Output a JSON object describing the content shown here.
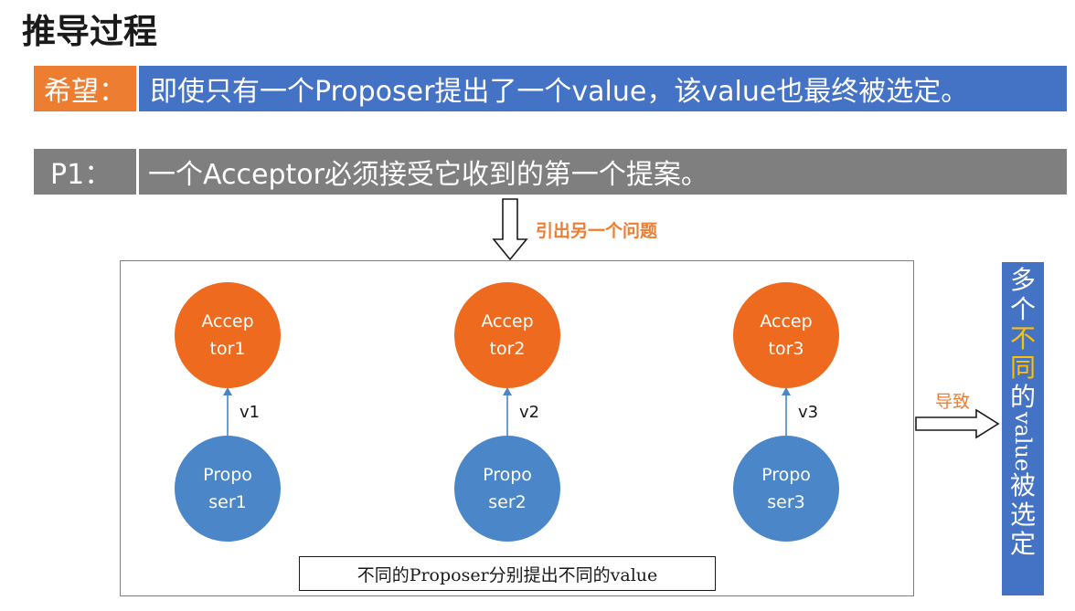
{
  "title": "推导过程",
  "hope": {
    "tag": "希望：",
    "text": "即使只有一个Proposer提出了一个value，该value也最终被选定。"
  },
  "p1": {
    "tag": "P1：",
    "text": "一个Acceptor必须接受它收到的第一个提案。"
  },
  "lead_label": "引出另一个问题",
  "acceptors": [
    {
      "line1": "Accep",
      "line2": "tor1"
    },
    {
      "line1": "Accep",
      "line2": "tor2"
    },
    {
      "line1": "Accep",
      "line2": "tor3"
    }
  ],
  "proposers": [
    {
      "line1": "Propo",
      "line2": "ser1"
    },
    {
      "line1": "Propo",
      "line2": "ser2"
    },
    {
      "line1": "Propo",
      "line2": "ser3"
    }
  ],
  "edges": [
    "v1",
    "v2",
    "v3"
  ],
  "caption": "不同的Proposer分别提出不同的value",
  "cause_label": "导致",
  "result": {
    "part1": "多个",
    "highlight": "不同",
    "part2": "的",
    "latin": "value",
    "part3": "被选定"
  },
  "colors": {
    "orange": "#ed7d31",
    "blue": "#4472c4",
    "gray": "#7f7f7f",
    "highlight": "#ffc000"
  }
}
